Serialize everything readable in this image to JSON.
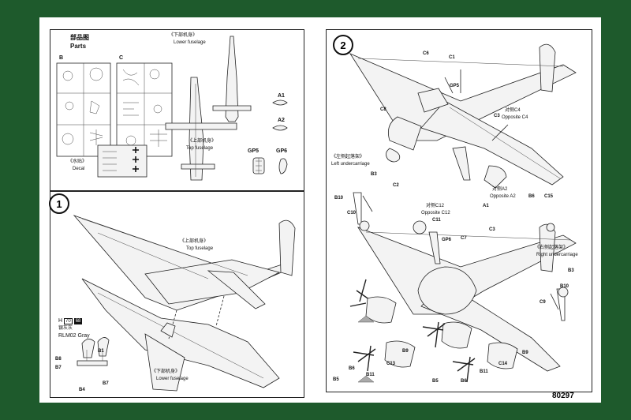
{
  "parts_panel": {
    "title_cn": "部品图",
    "title_en": "Parts",
    "sprue_b": "B",
    "sprue_c": "C",
    "lower_fuselage_cn": "《下部机身》",
    "lower_fuselage_en": "Lower fuselage",
    "top_fuselage_cn": "《上部机身》",
    "top_fuselage_en": "Top fuselage",
    "decal_cn": "《水贴》",
    "decal_en": "Decal",
    "part_a1": "A1",
    "part_a2": "A2",
    "part_gp5": "GP5",
    "part_gp6": "GP6"
  },
  "step1": {
    "step_number": "1",
    "top_fuselage_cn": "《上部机身》",
    "top_fuselage_en": "Top fuselage",
    "lower_fuselage_cn": "《下部机身》",
    "lower_fuselage_en": "Lower fuselage",
    "paint_prefix": "H",
    "paint_code_a": "70",
    "paint_code_b": "68",
    "paint_name_cn": "银灰灰",
    "paint_name_en": "RLM02 Gray",
    "parts": [
      "B1",
      "B7",
      "B8",
      "B7",
      "B4"
    ]
  },
  "step2": {
    "step_number": "2",
    "labels": {
      "c6_top": "C6",
      "c1_top": "C1",
      "gp5": "GP5",
      "c8": "C8",
      "c3": "C3",
      "opp_c4_cn": "对侧C4",
      "opp_c4_en": "Opposite C4",
      "c2": "C2",
      "a1": "A1",
      "opp_a2_cn": "对侧A2",
      "opp_a2_en": "Opposite A2",
      "left_uc_cn": "《左侧起落架》",
      "left_uc_en": "Left undercarriage",
      "b3_left": "B3",
      "b10_left": "B10",
      "c10": "C10",
      "opp_c12_cn": "对侧C12",
      "opp_c12_en": "Opposite C12",
      "c11": "C11",
      "b6_right": "B6",
      "c15": "C15",
      "c7": "C7",
      "c3_mid": "C3",
      "gp6": "GP6",
      "right_uc_cn": "《右侧起落架》",
      "right_uc_en": "Right undercarriage",
      "b3_right": "B3",
      "b10_right": "B10",
      "c9_right": "C9",
      "b5_a": "B5",
      "b6_a": "B6",
      "b11_a": "B11",
      "c13": "C13",
      "b9_a": "B9",
      "b5_b": "B5",
      "b6_b": "B6",
      "b11_b": "B11",
      "c14": "C14",
      "b9_b": "B9"
    }
  },
  "kit_number": "80297",
  "colors": {
    "background": "#1e5a2c",
    "sheet": "#ffffff",
    "ink": "#111111"
  }
}
